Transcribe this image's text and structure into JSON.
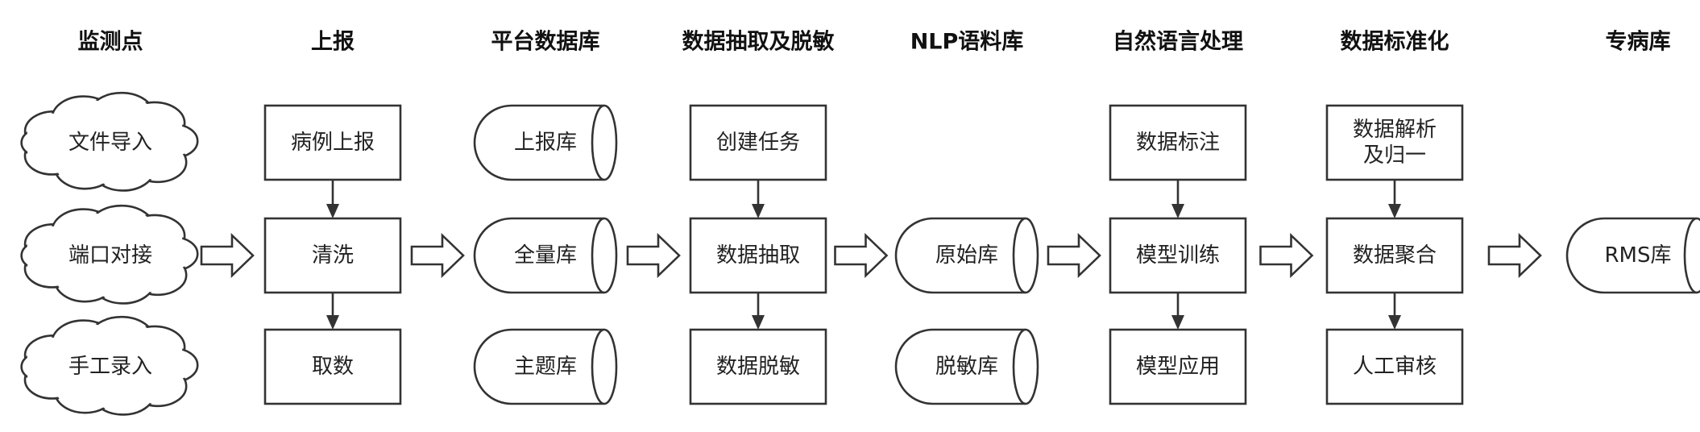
{
  "columns": [
    {
      "header": "监测点",
      "nodes": [
        {
          "shape": "cloud",
          "label": [
            "文件导入"
          ]
        },
        {
          "shape": "cloud",
          "label": [
            "端口对接"
          ]
        },
        {
          "shape": "cloud",
          "label": [
            "手工录入"
          ]
        }
      ]
    },
    {
      "header": "上报",
      "nodes": [
        {
          "shape": "box",
          "label": [
            "病例上报"
          ]
        },
        {
          "shape": "box",
          "label": [
            "清洗"
          ]
        },
        {
          "shape": "box",
          "label": [
            "取数"
          ]
        }
      ]
    },
    {
      "header": "平台数据库",
      "nodes": [
        {
          "shape": "cylinder",
          "label": [
            "上报库"
          ]
        },
        {
          "shape": "cylinder",
          "label": [
            "全量库"
          ]
        },
        {
          "shape": "cylinder",
          "label": [
            "主题库"
          ]
        }
      ]
    },
    {
      "header": "数据抽取及脱敏",
      "nodes": [
        {
          "shape": "box",
          "label": [
            "创建任务"
          ]
        },
        {
          "shape": "box",
          "label": [
            "数据抽取"
          ]
        },
        {
          "shape": "box",
          "label": [
            "数据脱敏"
          ]
        }
      ]
    },
    {
      "header": "NLP语料库",
      "nodes": [
        null,
        {
          "shape": "cylinder",
          "label": [
            "原始库"
          ]
        },
        {
          "shape": "cylinder",
          "label": [
            "脱敏库"
          ]
        }
      ]
    },
    {
      "header": "自然语言处理",
      "nodes": [
        {
          "shape": "box",
          "label": [
            "数据标注"
          ]
        },
        {
          "shape": "box",
          "label": [
            "模型训练"
          ]
        },
        {
          "shape": "box",
          "label": [
            "模型应用"
          ]
        }
      ]
    },
    {
      "header": "数据标准化",
      "nodes": [
        {
          "shape": "box",
          "label": [
            "数据解析",
            "及归一"
          ]
        },
        {
          "shape": "box",
          "label": [
            "数据聚合"
          ]
        },
        {
          "shape": "box",
          "label": [
            "人工审核"
          ]
        }
      ]
    },
    {
      "header": "专病库",
      "nodes": [
        null,
        {
          "shape": "cylinder",
          "label": [
            "RMS库"
          ]
        },
        null
      ]
    }
  ],
  "vertical_arrows": [
    {
      "col": 1,
      "from": 0,
      "to": 1
    },
    {
      "col": 1,
      "from": 1,
      "to": 2
    },
    {
      "col": 3,
      "from": 0,
      "to": 1
    },
    {
      "col": 3,
      "from": 1,
      "to": 2
    },
    {
      "col": 5,
      "from": 0,
      "to": 1
    },
    {
      "col": 5,
      "from": 1,
      "to": 2
    },
    {
      "col": 6,
      "from": 0,
      "to": 1
    },
    {
      "col": 6,
      "from": 1,
      "to": 2
    }
  ],
  "flow_arrows": [
    {
      "from_col": 0,
      "to_col": 1
    },
    {
      "from_col": 1,
      "to_col": 2
    },
    {
      "from_col": 2,
      "to_col": 3
    },
    {
      "from_col": 3,
      "to_col": 4
    },
    {
      "from_col": 4,
      "to_col": 5
    },
    {
      "from_col": 5,
      "to_col": 6
    },
    {
      "from_col": 6,
      "to_col": 7
    }
  ],
  "colors": {
    "stroke": "#333333",
    "fill": "#ffffff",
    "text": "#222222"
  }
}
